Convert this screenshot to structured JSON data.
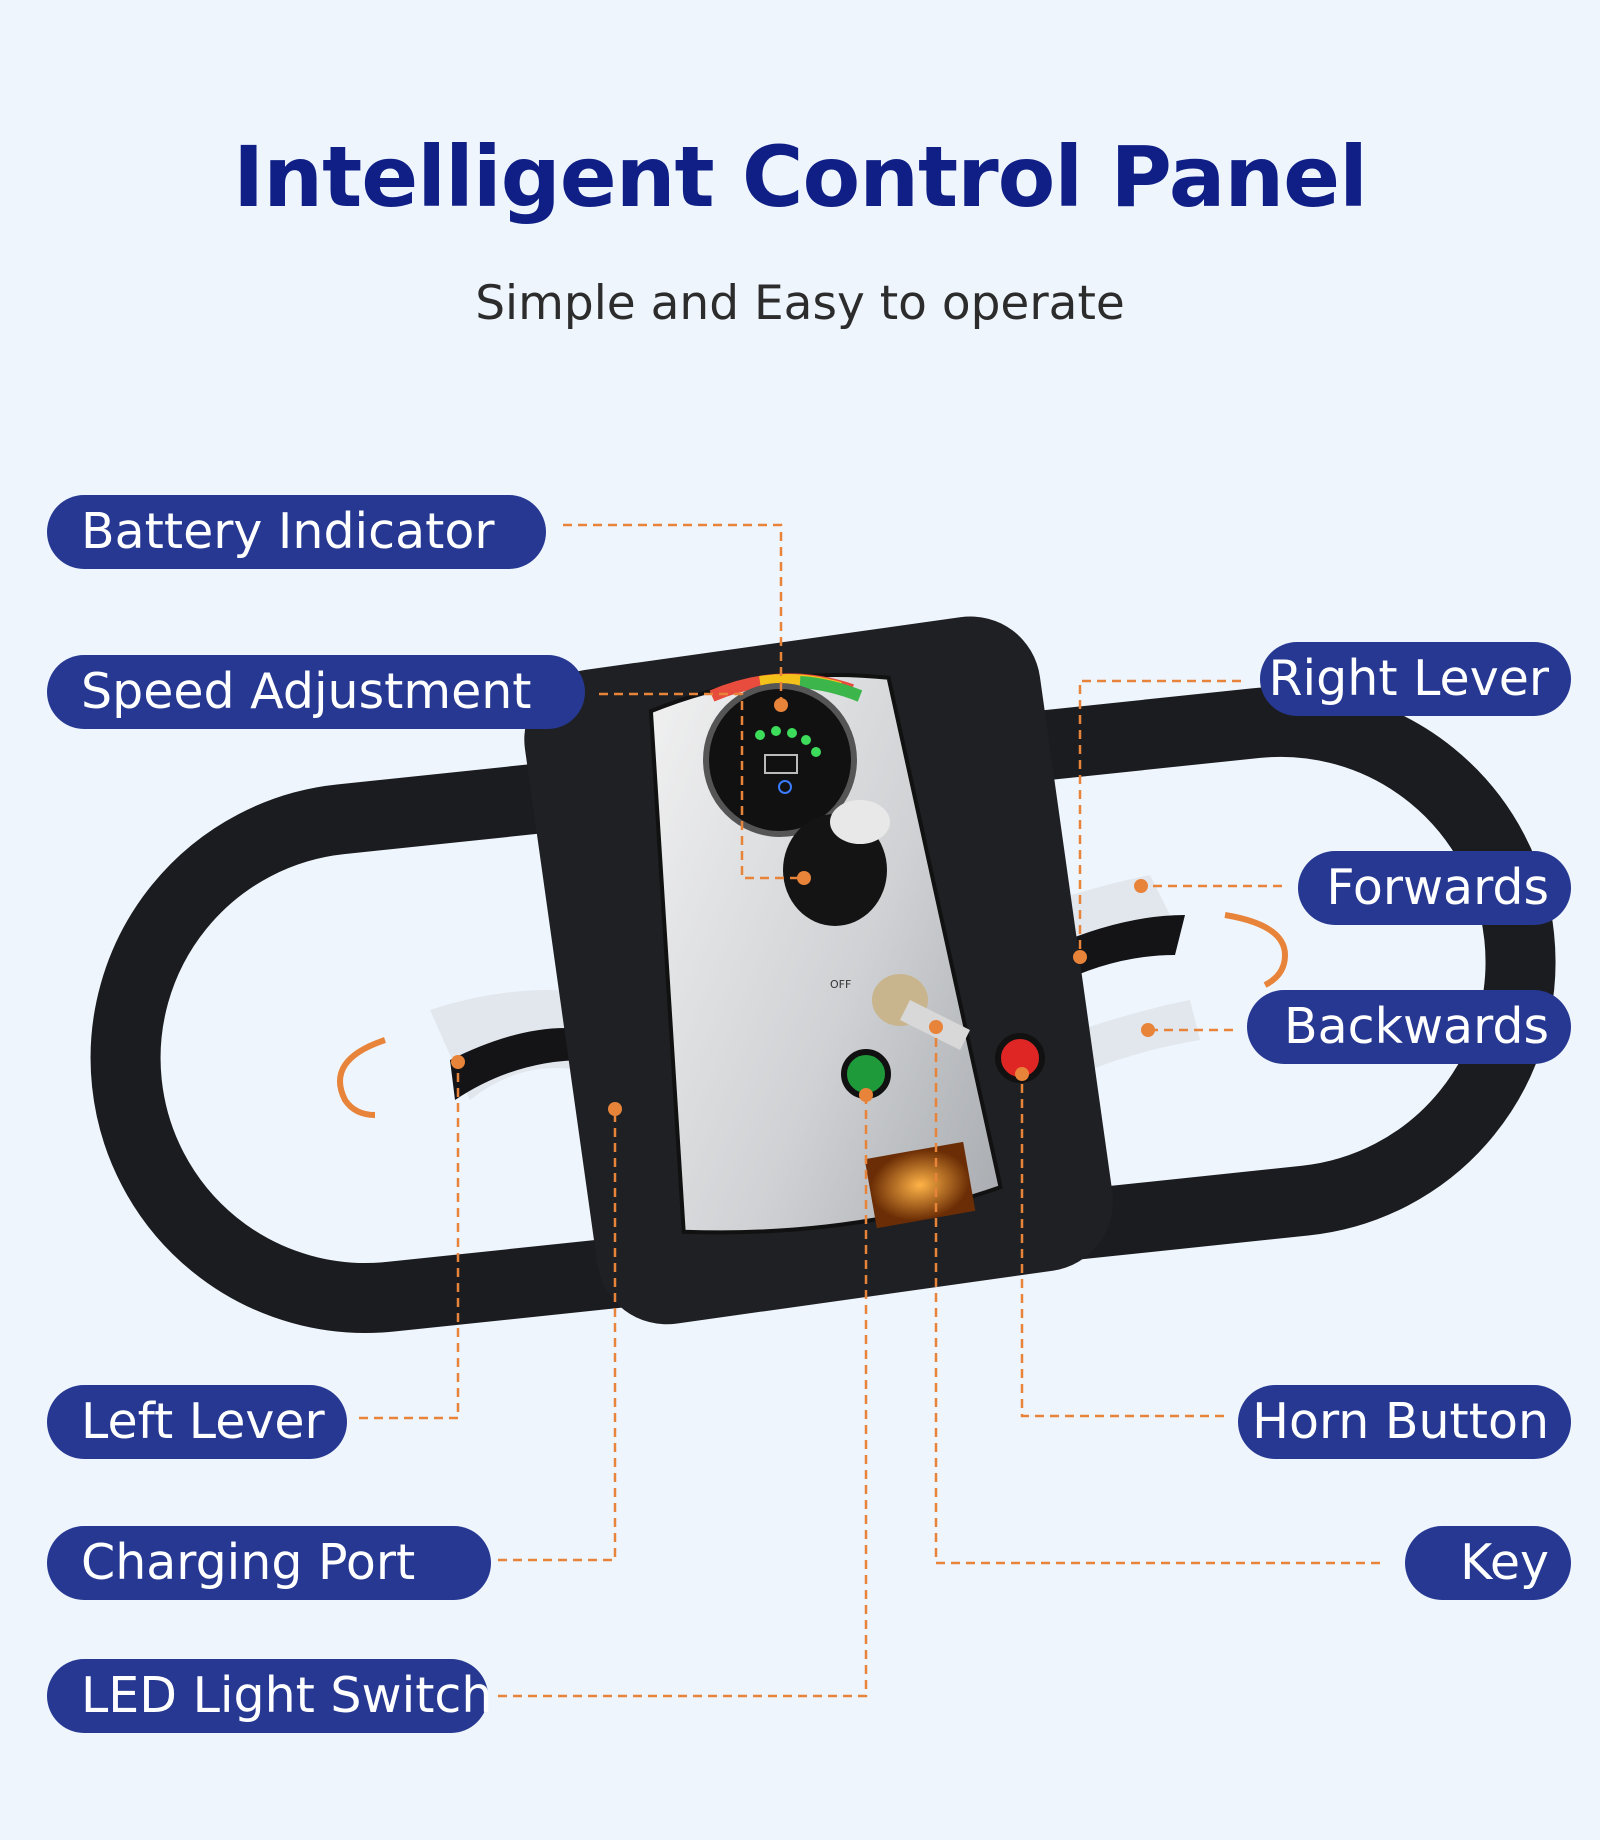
{
  "header": {
    "title": "Intelligent Control Panel",
    "subtitle": "Simple and Easy to operate"
  },
  "panel_text": {
    "off": "OFF"
  },
  "callouts": [
    {
      "id": "battery-indicator",
      "label": "Battery Indicator"
    },
    {
      "id": "speed-adjustment",
      "label": "Speed Adjustment"
    },
    {
      "id": "right-lever",
      "label": "Right Lever"
    },
    {
      "id": "forwards",
      "label": "Forwards"
    },
    {
      "id": "backwards",
      "label": "Backwards"
    },
    {
      "id": "left-lever",
      "label": "Left Lever"
    },
    {
      "id": "horn-button",
      "label": "Horn Button"
    },
    {
      "id": "charging-port",
      "label": "Charging Port"
    },
    {
      "id": "key",
      "label": "Key"
    },
    {
      "id": "led-light-switch",
      "label": "LED Light Switch"
    }
  ],
  "colors": {
    "title": "#0f1f86",
    "label_bg": "#263891",
    "leader_line": "#e8833a",
    "background": "#eef5fd"
  }
}
